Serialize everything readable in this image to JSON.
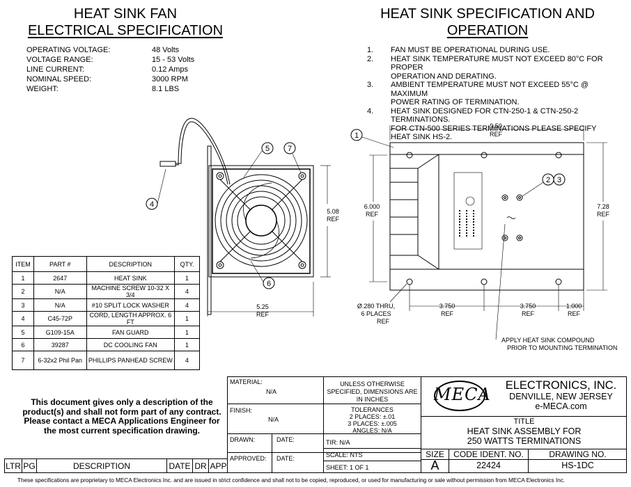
{
  "left_title": [
    "HEAT SINK FAN",
    "ELECTRICAL SPECIFICATION"
  ],
  "right_title": [
    "HEAT SINK SPECIFICATION AND",
    "OPERATION"
  ],
  "specs": [
    {
      "label": "OPERATING VOLTAGE:",
      "value": "48 Volts"
    },
    {
      "label": "VOLTAGE RANGE:",
      "value": "15 - 53 Volts"
    },
    {
      "label": "LINE CURRENT:",
      "value": "0.12 Amps"
    },
    {
      "label": "NOMINAL SPEED:",
      "value": "3000 RPM"
    },
    {
      "label": "WEIGHT:",
      "value": "8.1 LBS"
    }
  ],
  "notes": [
    {
      "num": "1.",
      "text": "FAN MUST BE OPERATIONAL DURING USE."
    },
    {
      "num": "2.",
      "text": "HEAT SINK TEMPERATURE MUST NOT EXCEED 80°C FOR PROPER\nOPERATION AND DERATING."
    },
    {
      "num": "3.",
      "text": "AMBIENT TEMPERATURE MUST NOT EXCEED 55°C  @ MAXIMUM\nPOWER RATING OF TERMINATION."
    },
    {
      "num": "4.",
      "text": "HEAT SINK DESIGNED FOR CTN-250-1 & CTN-250-2 TERMINATIONS.\nFOR  CTN-500 SERIES TERMINATIONS PLEASE SPECIFY\nHEAT SINK HS-2."
    }
  ],
  "parts_table": {
    "headers": [
      "ITEM",
      "PART #",
      "DESCRIPTION",
      "QTY."
    ],
    "rows": [
      [
        "1",
        "2647",
        "HEAT SINK",
        "1"
      ],
      [
        "2",
        "N/A",
        "MACHINE SCREW 10-32 X 3/4",
        "4"
      ],
      [
        "3",
        "N/A",
        "#10 SPLIT LOCK WASHER",
        "4"
      ],
      [
        "4",
        "C45-72P",
        "CORD, LENGTH APPROX. 6 FT",
        "1"
      ],
      [
        "5",
        "G109-15A",
        "FAN GUARD",
        "1"
      ],
      [
        "6",
        "39287",
        "DC COOLING FAN",
        "1"
      ],
      [
        "7",
        "6-32x2 Phil Pan",
        "PHILLIPS PANHEAD SCREW",
        "4"
      ]
    ]
  },
  "left_drawing": {
    "callouts": [
      "4",
      "5",
      "7",
      "6"
    ],
    "height_dim": "5.08",
    "width_dim": "5.25",
    "ref": "REF"
  },
  "right_drawing": {
    "callouts": [
      "1",
      "2",
      "3"
    ],
    "top_dim": "9.50",
    "inner_height": "6.000",
    "outer_height": "7.28",
    "hole_dim": "Ø.280 THRU,",
    "hole_places": "6 PLACES",
    "dim_a": "3.750",
    "dim_b": "3.750",
    "dim_c": "1.000",
    "ref": "REF",
    "compound_note": [
      "APPLY HEAT SINK COMPOUND",
      "PRIOR TO MOUNTING TERMINATION"
    ]
  },
  "disclaimer": [
    "This document gives only a description of the",
    "product(s) and shall not form part of any contract.",
    "Please contact a MECA Applications Engineer for",
    "the most current specification drawing."
  ],
  "title_block": {
    "material_label": "MATERIAL:",
    "material_value": "N/A",
    "finish_label": "FINISH:",
    "finish_value": "N/A",
    "drawn_label": "DRAWN:",
    "approved_label": "APPROVED:",
    "date_label": "DATE:",
    "unless": [
      "UNLESS OTHERWISE",
      "SPECIFIED, DIMENSIONS ARE",
      "IN INCHES"
    ],
    "tolerances": [
      "TOLERANCES",
      "2 PLACES: ±.01",
      "3 PLACES: ±.005",
      "ANGLES: N/A"
    ],
    "tir": "TIR: N/A",
    "scale": "SCALE: NTS",
    "sheet": "SHEET: 1 OF 1",
    "logo": "MECA",
    "company": "ELECTRONICS, INC.",
    "location": "DENVILLE, NEW JERSEY",
    "website": "e-MECA.com",
    "title_label": "TITLE",
    "title": [
      "HEAT SINK ASSEMBLY FOR",
      "250 WATTS TERMINATIONS"
    ],
    "size_label": "SIZE",
    "size_value": "A",
    "code_label": "CODE IDENT. NO.",
    "code_value": "22424",
    "drawing_label": "DRAWING NO.",
    "drawing_value": "HS-1DC"
  },
  "revision_header": [
    "LTR",
    "PG",
    "DESCRIPTION",
    "DATE",
    "DR",
    "APP"
  ],
  "footer": "These specifications are proprietary to MECA Electronics Inc. and are  issued in strict confidence and shall not to be copied, reproduced, or used for manufacturing or sale without permission from MECA Electronics Inc."
}
